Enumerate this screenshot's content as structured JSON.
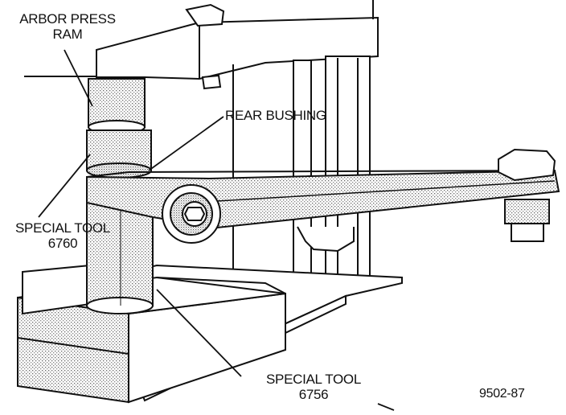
{
  "labels": {
    "arbor_press_ram_line1": "ARBOR PRESS",
    "arbor_press_ram_line2": "RAM",
    "rear_bushing": "REAR BUSHING",
    "special_tool_6760_line1": "SPECIAL TOOL",
    "special_tool_6760_line2": "6760",
    "special_tool_6756_line1": "SPECIAL TOOL",
    "special_tool_6756_line2": "6756",
    "figure_number": "9502-87"
  },
  "colors": {
    "ink": "#111111",
    "stipple": "#8c8c8c",
    "paper": "#ffffff"
  }
}
